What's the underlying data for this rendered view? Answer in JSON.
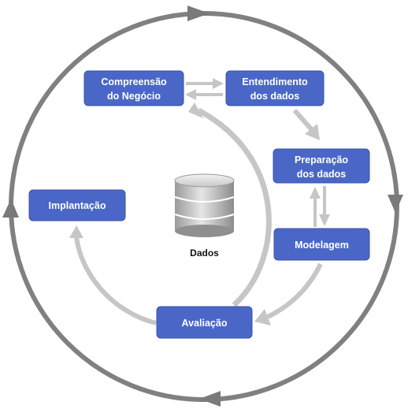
{
  "diagram": {
    "nodes": {
      "business_understanding": [
        "Compreensão",
        "do Negócio"
      ],
      "data_understanding": [
        "Entendimento",
        "dos dados"
      ],
      "data_preparation": [
        "Preparação",
        "dos dados"
      ],
      "modeling": [
        "Modelagem"
      ],
      "evaluation": [
        "Avaliação"
      ],
      "deployment": [
        "Implantação"
      ]
    },
    "center": {
      "label": "Dados",
      "icon": "database-icon"
    },
    "colors": {
      "node_fill": "#4a67c8",
      "outer_cycle": "#808080",
      "inner_arrows": "#c6c6c6",
      "node_text": "#ffffff"
    }
  }
}
